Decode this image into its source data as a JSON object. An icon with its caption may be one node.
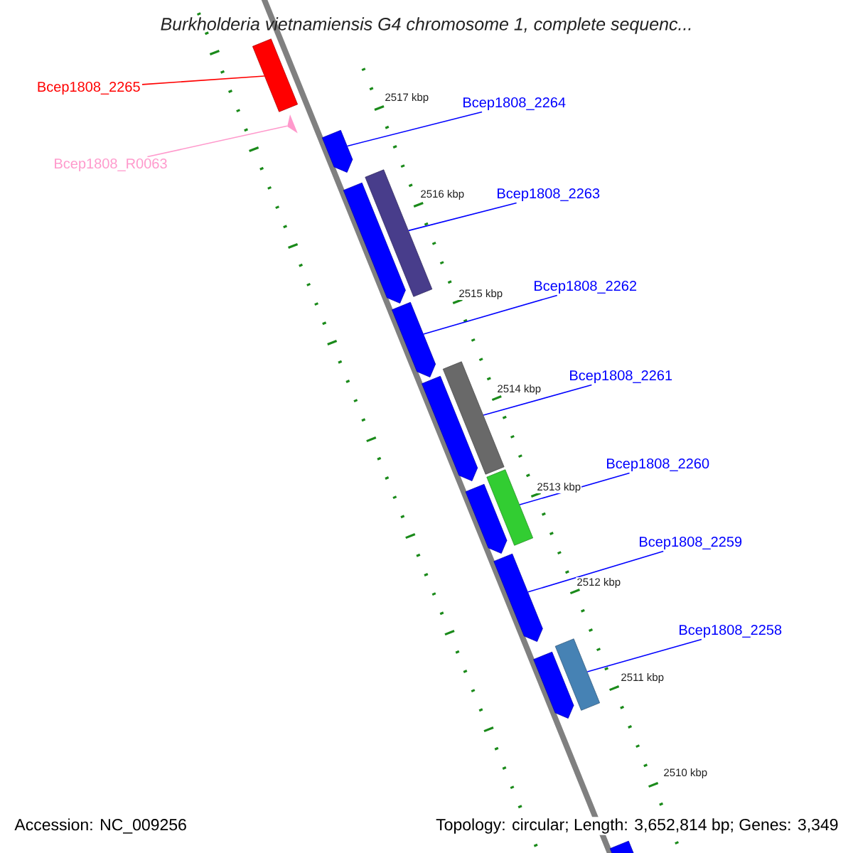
{
  "diagram": {
    "title": "Burkholderia vietnamiensis G4 chromosome 1, complete sequenc...",
    "nodes": [
      {
        "text": [],
        "shape": "bar"
      },
      {
        "text": [
          "Bcep1808_2265"
        ]
      },
      {
        "text": [
          "Bcep1808_2264"
        ]
      },
      {
        "text": [],
        "shape": "triangle"
      },
      {
        "text": [],
        "shape": "arrow"
      },
      {
        "text": [
          "Bcep1808_R0063"
        ]
      },
      {
        "text": [],
        "shape": "bar"
      },
      {
        "text": [],
        "shape": "arrow"
      },
      {
        "text": [
          "Bcep1808_2263"
        ]
      },
      {
        "text": [
          "Bcep1808_2262"
        ]
      },
      {
        "text": [],
        "shape": "arrow"
      },
      {
        "text": [],
        "shape": "bar"
      },
      {
        "text": [
          "Bcep1808_2261"
        ]
      },
      {
        "text": [],
        "shape": "arrow"
      },
      {
        "text": [
          "Bcep1808_2260"
        ]
      },
      {
        "text": [],
        "shape": "bar"
      },
      {
        "text": [],
        "shape": "arrow"
      },
      {
        "text": [
          "Bcep1808_2259"
        ]
      },
      {
        "text": [],
        "shape": "arrow"
      },
      {
        "text": [
          "Bcep1808_2258"
        ]
      },
      {
        "text": [],
        "shape": "bar"
      },
      {
        "text": [],
        "shape": "arrow"
      },
      {
        "text": [],
        "shape": "arrow"
      }
    ],
    "edges": [
      {
        "from": 1,
        "to": 0,
        "arrow": "none",
        "color": "#ff0000"
      },
      {
        "from": 5,
        "to": 3,
        "arrow": "none",
        "color": "#ff99cc"
      },
      {
        "from": 2,
        "to": 4,
        "arrow": "none"
      },
      {
        "from": 8,
        "to": 6,
        "arrow": "none"
      },
      {
        "from": 9,
        "to": 10,
        "arrow": "none"
      },
      {
        "from": 12,
        "to": 11,
        "arrow": "none"
      },
      {
        "from": 14,
        "to": 15,
        "arrow": "none"
      },
      {
        "from": 17,
        "to": 18,
        "arrow": "none"
      },
      {
        "from": 19,
        "to": 20,
        "arrow": "none"
      }
    ],
    "labels": [
      "2517 kbp",
      "2516 kbp",
      "2515 kbp",
      "2514 kbp",
      "2513 kbp",
      "2512 kbp",
      "2511 kbp",
      "2510 kbp",
      "Accession: NC_009256",
      "Topology: circular; Length: 3,652,814 bp; Genes: 3,349"
    ]
  }
}
